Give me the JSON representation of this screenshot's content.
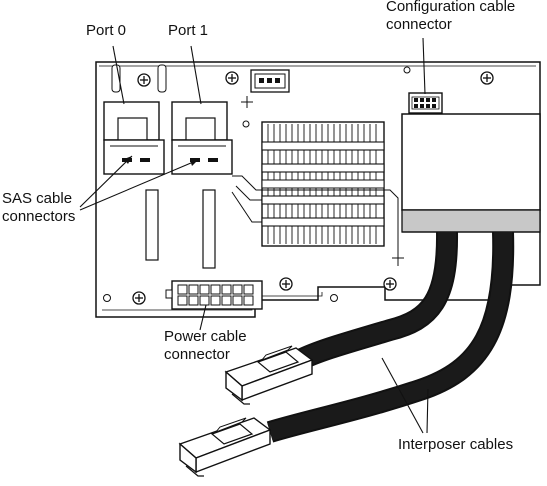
{
  "labels": {
    "port0": "Port 0",
    "port1": "Port 1",
    "config_line1": "Configuration cable",
    "config_line2": "connector",
    "sas_line1": "SAS cable",
    "sas_line2": "connectors",
    "power_line1": "Power cable",
    "power_line2": "connector",
    "interposer": "Interposer cables"
  },
  "colors": {
    "line": "#111111",
    "board_fill": "#ffffff",
    "gray_band": "#c8c8c8",
    "cable": "#1a1a1a",
    "heatsink_fill": "#d4d4d4"
  }
}
